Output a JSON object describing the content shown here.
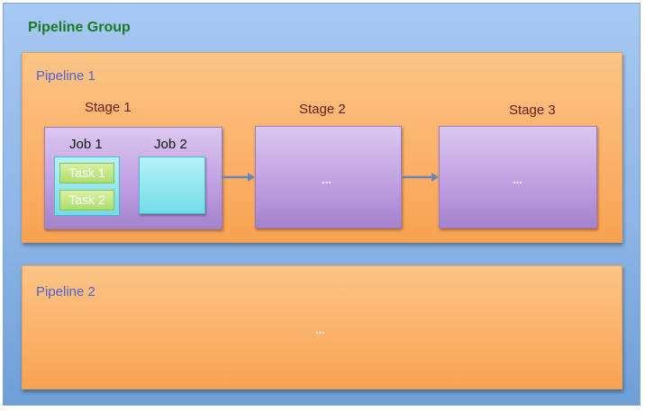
{
  "group": {
    "title": "Pipeline Group"
  },
  "pipeline1": {
    "title": "Pipeline 1",
    "stages": [
      {
        "title": "Stage 1",
        "jobs": [
          {
            "title": "Job 1",
            "tasks": [
              "Task 1",
              "Task 2"
            ]
          },
          {
            "title": "Job 2"
          }
        ]
      },
      {
        "title": "Stage 2",
        "content": "..."
      },
      {
        "title": "Stage 3",
        "content": "..."
      }
    ]
  },
  "pipeline2": {
    "title": "Pipeline 2",
    "content": "..."
  },
  "colors": {
    "group": "#8db5e6",
    "pipeline": "#fbb26a",
    "stage": "#c3a4e4",
    "job": "#72dce9",
    "task": "#aedc6c",
    "arrow": "#6a86b8"
  }
}
